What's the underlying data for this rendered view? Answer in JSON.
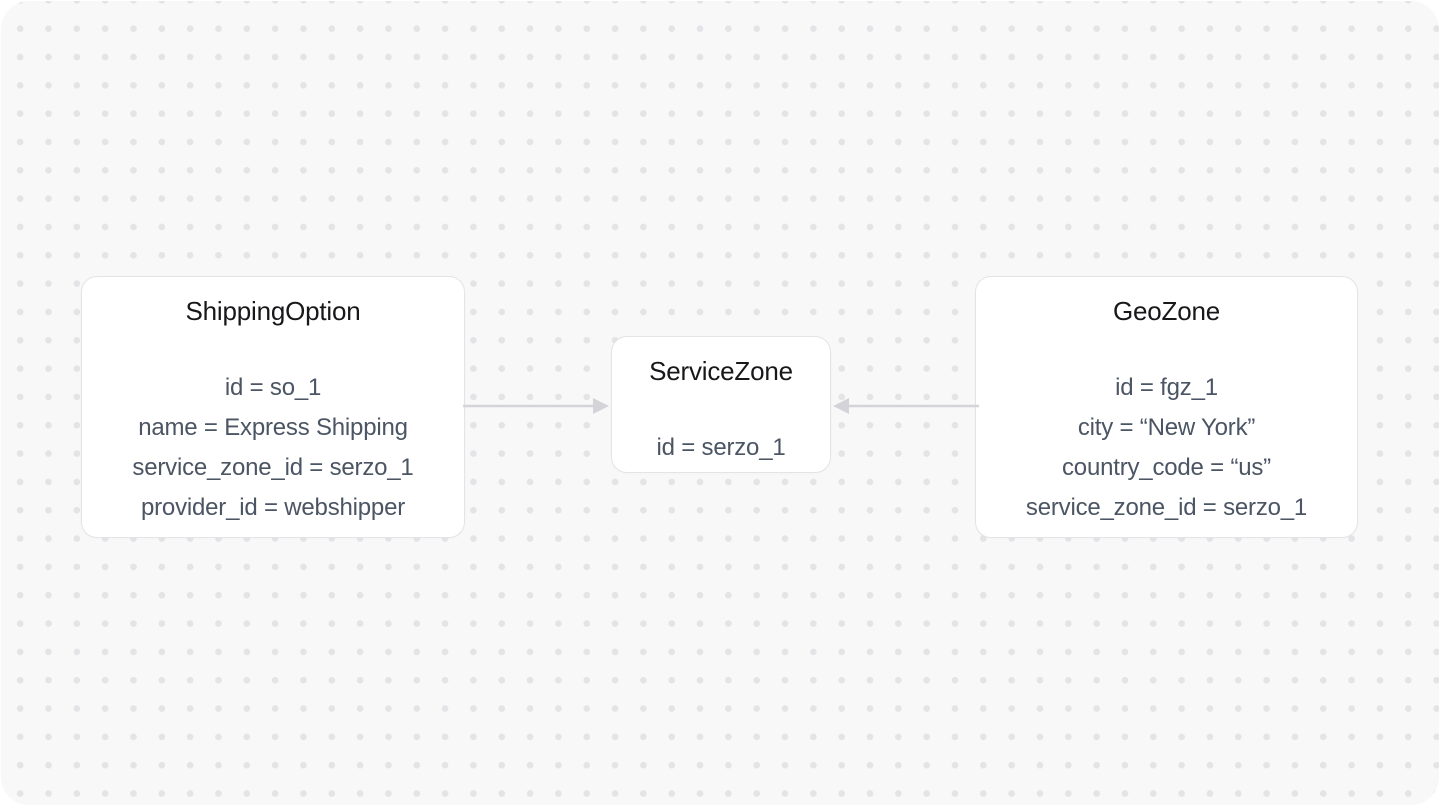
{
  "page": {
    "background_color": "#ffffff",
    "canvas_background_color": "#f8f8f9",
    "dot_grid_color": "#e4e4e7"
  },
  "diagram": {
    "style": {
      "node_background": "#ffffff",
      "node_border_color": "#e4e4e7",
      "title_color": "#18181b",
      "field_color": "#4b5563",
      "arrow_color": "#d4d4d8"
    },
    "entities": [
      {
        "name": "ShippingOption",
        "fields": [
          "id = so_1",
          "name = Express Shipping",
          "service_zone_id = serzo_1",
          "provider_id = webshipper"
        ]
      },
      {
        "name": "ServiceZone",
        "fields": [
          "id = serzo_1"
        ]
      },
      {
        "name": "GeoZone",
        "fields": [
          "id = fgz_1",
          "city = “New York”",
          "country_code = “us”",
          "service_zone_id = serzo_1"
        ]
      }
    ],
    "connections": [
      {
        "from": "ShippingOption",
        "to": "ServiceZone",
        "arrow_points": "right"
      },
      {
        "from": "GeoZone",
        "to": "ServiceZone",
        "arrow_points": "left"
      }
    ]
  }
}
